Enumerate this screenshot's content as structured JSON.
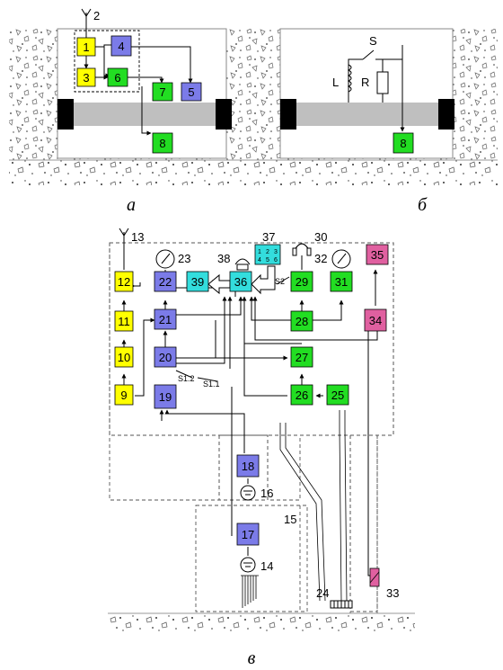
{
  "captions": {
    "a": "а",
    "b": "б",
    "c": "в"
  },
  "colors": {
    "yellow": "#ffff00",
    "blue": "#7b7be8",
    "green": "#22dd22",
    "cyan": "#33dddd",
    "pink": "#e060a0",
    "lightgreen": "#aaffaa"
  },
  "panel_a": {
    "antenna_label": "2",
    "blocks": [
      {
        "id": "1",
        "color": "yellow"
      },
      {
        "id": "4",
        "color": "blue"
      },
      {
        "id": "3",
        "color": "yellow"
      },
      {
        "id": "6",
        "color": "green"
      },
      {
        "id": "7",
        "color": "green"
      },
      {
        "id": "5",
        "color": "blue"
      },
      {
        "id": "8",
        "color": "green"
      }
    ]
  },
  "panel_b": {
    "labels": {
      "s": "S",
      "l": "L",
      "r": "R",
      "block": "8"
    }
  },
  "panel_c": {
    "blocks": {
      "b9": "9",
      "b10": "10",
      "b11": "11",
      "b12": "12",
      "b19": "19",
      "b20": "20",
      "b21": "21",
      "b22": "22",
      "b25": "25",
      "b26": "26",
      "b27": "27",
      "b28": "28",
      "b29": "29",
      "b31": "31",
      "b34": "34",
      "b35": "35",
      "b36": "36",
      "b39": "39",
      "b18": "18",
      "b17": "17"
    },
    "keypad": [
      "1",
      "2",
      "3",
      "4",
      "5",
      "6"
    ],
    "labels": {
      "n13": "13",
      "n23": "23",
      "n38": "38",
      "n37": "37",
      "n30": "30",
      "n32": "32",
      "n16": "16",
      "n15": "15",
      "n14": "14",
      "n24": "24",
      "n33": "33",
      "s1_2": "S1.2",
      "s1_1": "S1.1",
      "s2": "S2"
    }
  }
}
